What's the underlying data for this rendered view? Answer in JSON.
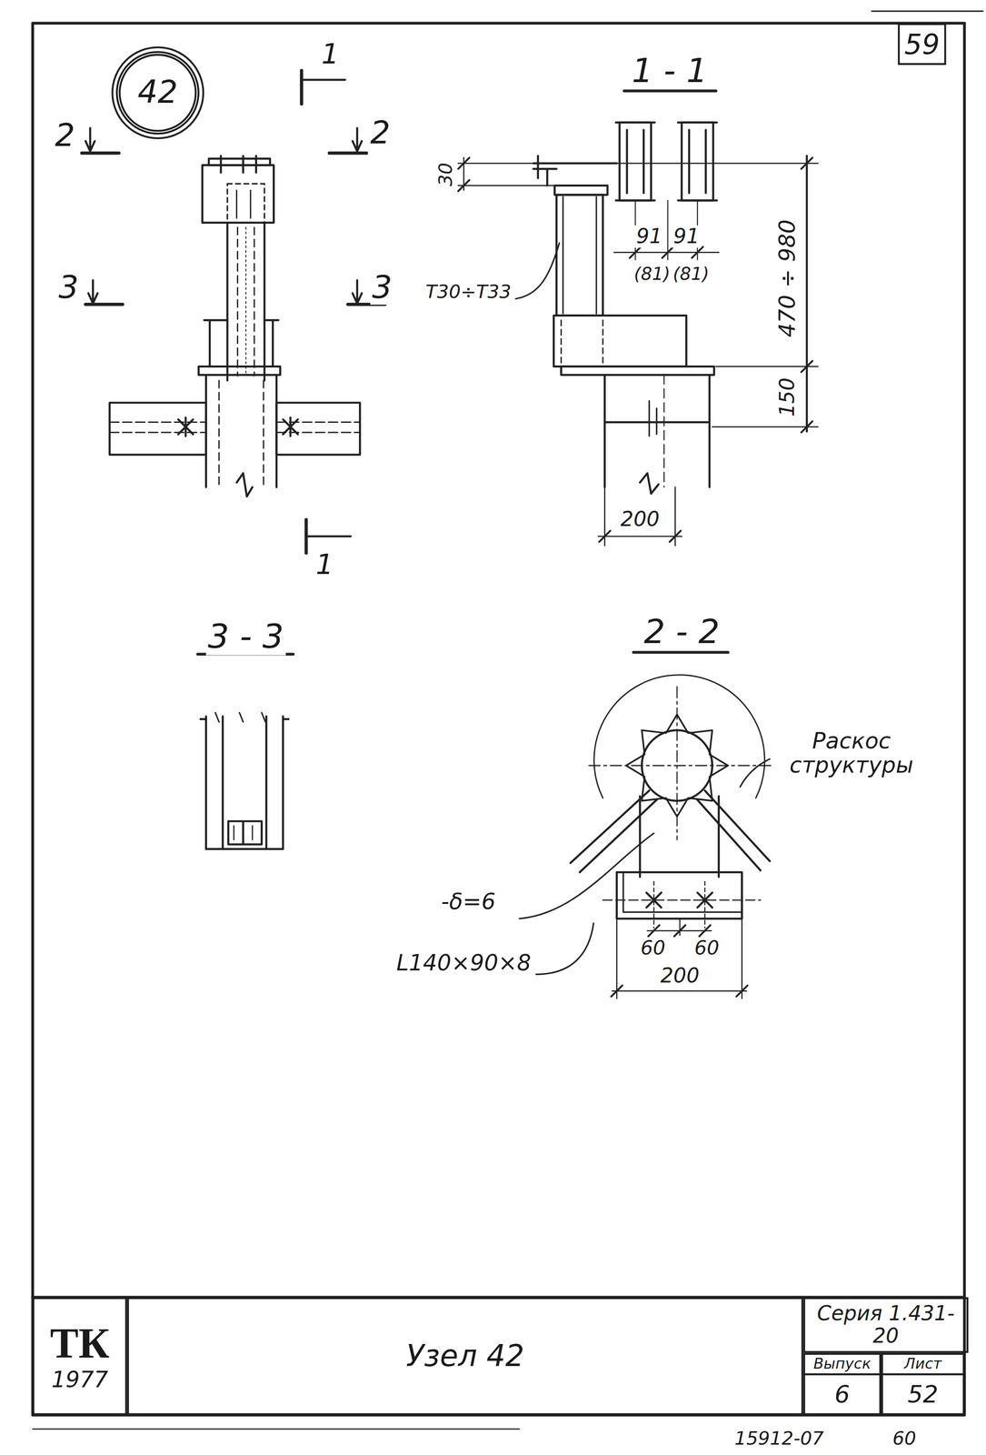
{
  "diagram": {
    "nodes": [
      {
        "text": [
          "59"
        ]
      },
      {
        "text": [
          "42"
        ]
      },
      {
        "text": [
          "ТК",
          "1977"
        ]
      },
      {
        "text": [
          "Узел 42"
        ]
      },
      {
        "text": [
          "Серия 1.431-20"
        ]
      },
      {
        "text": [
          "Выпуск"
        ]
      },
      {
        "text": [
          "Лист"
        ]
      },
      {
        "text": [
          "6"
        ]
      },
      {
        "text": [
          "52"
        ]
      }
    ],
    "edges": [],
    "labels": [
      "1",
      "2",
      "2",
      "3",
      "3",
      "1",
      "1 - 1",
      "30",
      "91",
      "91",
      "(81)",
      "(81)",
      "470 ÷ 980",
      "Т30÷Т33",
      "150",
      "200",
      "3 - 3",
      "2 - 2",
      "Раскос структуры",
      "-δ=6",
      "L140×90×8",
      "60",
      "60",
      "200",
      "15912-07",
      "60"
    ]
  }
}
